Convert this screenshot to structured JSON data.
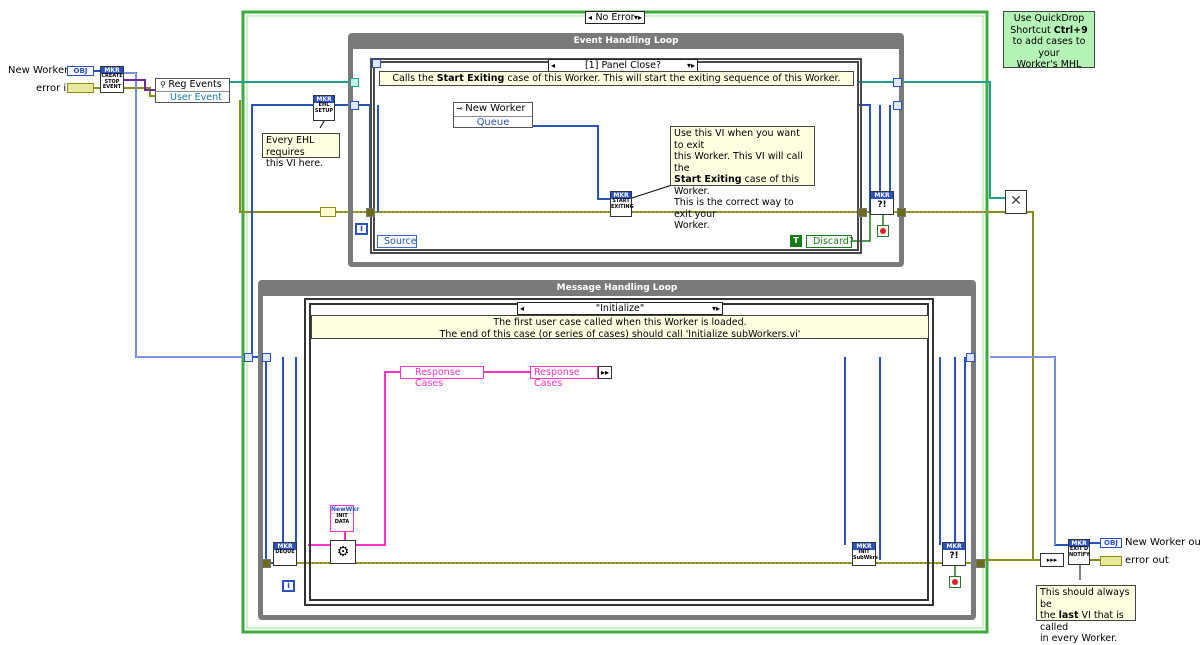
{
  "inputs": {
    "new_worker_in": "New Worker in",
    "error_in": "error in",
    "obj_tag": "OBJ"
  },
  "outputs": {
    "new_worker_out": "New Worker out",
    "error_out": "error out",
    "obj_tag": "OBJ"
  },
  "outer_case": {
    "selector": "No Error"
  },
  "quickdrop_note": {
    "line1": "Use QuickDrop",
    "line2_pre": "Shortcut ",
    "line2_bold": "Ctrl+9",
    "line3": "to add cases to your",
    "line4": "Worker's MHL"
  },
  "reg_events": {
    "label": "Reg Events",
    "item": "User Event"
  },
  "vis": {
    "create_stop_event": {
      "header": "MKR",
      "text": "CREATE STOP EVENT"
    },
    "ehl_setup": {
      "header": "MKR",
      "text": "EHL SETUP"
    },
    "start_exiting": {
      "header": "MKR",
      "text": "START EXITING"
    },
    "dequeue": {
      "header": "MKR",
      "text": "DEQUE"
    },
    "init_data": {
      "header": "NewWkr",
      "text": "INIT DATA"
    },
    "init_subworkers": {
      "header": "MKR",
      "text": "INIT SubWkrs"
    },
    "exit_notify": {
      "header": "MKR",
      "text": "EXIT'D NOTIFY"
    }
  },
  "ehl": {
    "title": "Event Handling Loop",
    "case_selector": "[1] Panel Close?",
    "desc_pre": "Calls the ",
    "desc_bold": "Start Exiting",
    "desc_post": " case of this Worker. This will start the exiting sequence of this Worker.",
    "cluster_label": "New Worker",
    "cluster_item": "Queue",
    "source": "Source",
    "discard": "Discard?",
    "true_const": "T"
  },
  "ehl_note": {
    "line1": "Every EHL requires",
    "line2": "this VI here."
  },
  "exit_note": {
    "line1": "Use this VI when you want to exit",
    "line2": "this Worker. This VI will call the",
    "line3_bold": "Start Exiting",
    "line3_post": " case of this Worker.",
    "line4": "This is the correct way to exit your",
    "line5": "Worker."
  },
  "mhl": {
    "title": "Message Handling Loop",
    "case_selector": "\"Initialize\"",
    "desc_line1": "The first user case called when this Worker is loaded.",
    "desc_line2": "The end of this case (or series of cases) should call 'Initialize subWorkers.vi'",
    "response_cases_1": "Response Cases",
    "response_cases_2": "Response Cases"
  },
  "last_vi_note": {
    "line1": "This should always be",
    "line2_pre": "the ",
    "line2_bold": "last",
    "line2_post": " VI that is called",
    "line3": "in every Worker."
  },
  "iteration_label": "i",
  "colors": {
    "error_wire": "#8b8b1e",
    "object_wire": "#2a52be",
    "string_wire": "#ff33cc",
    "event_wire": "#20a090",
    "bool_wire": "#1a7a1a",
    "loop_frame": "#7a7a7a",
    "note_yellow": "#ffffe1",
    "note_green": "#b5f2b5"
  }
}
